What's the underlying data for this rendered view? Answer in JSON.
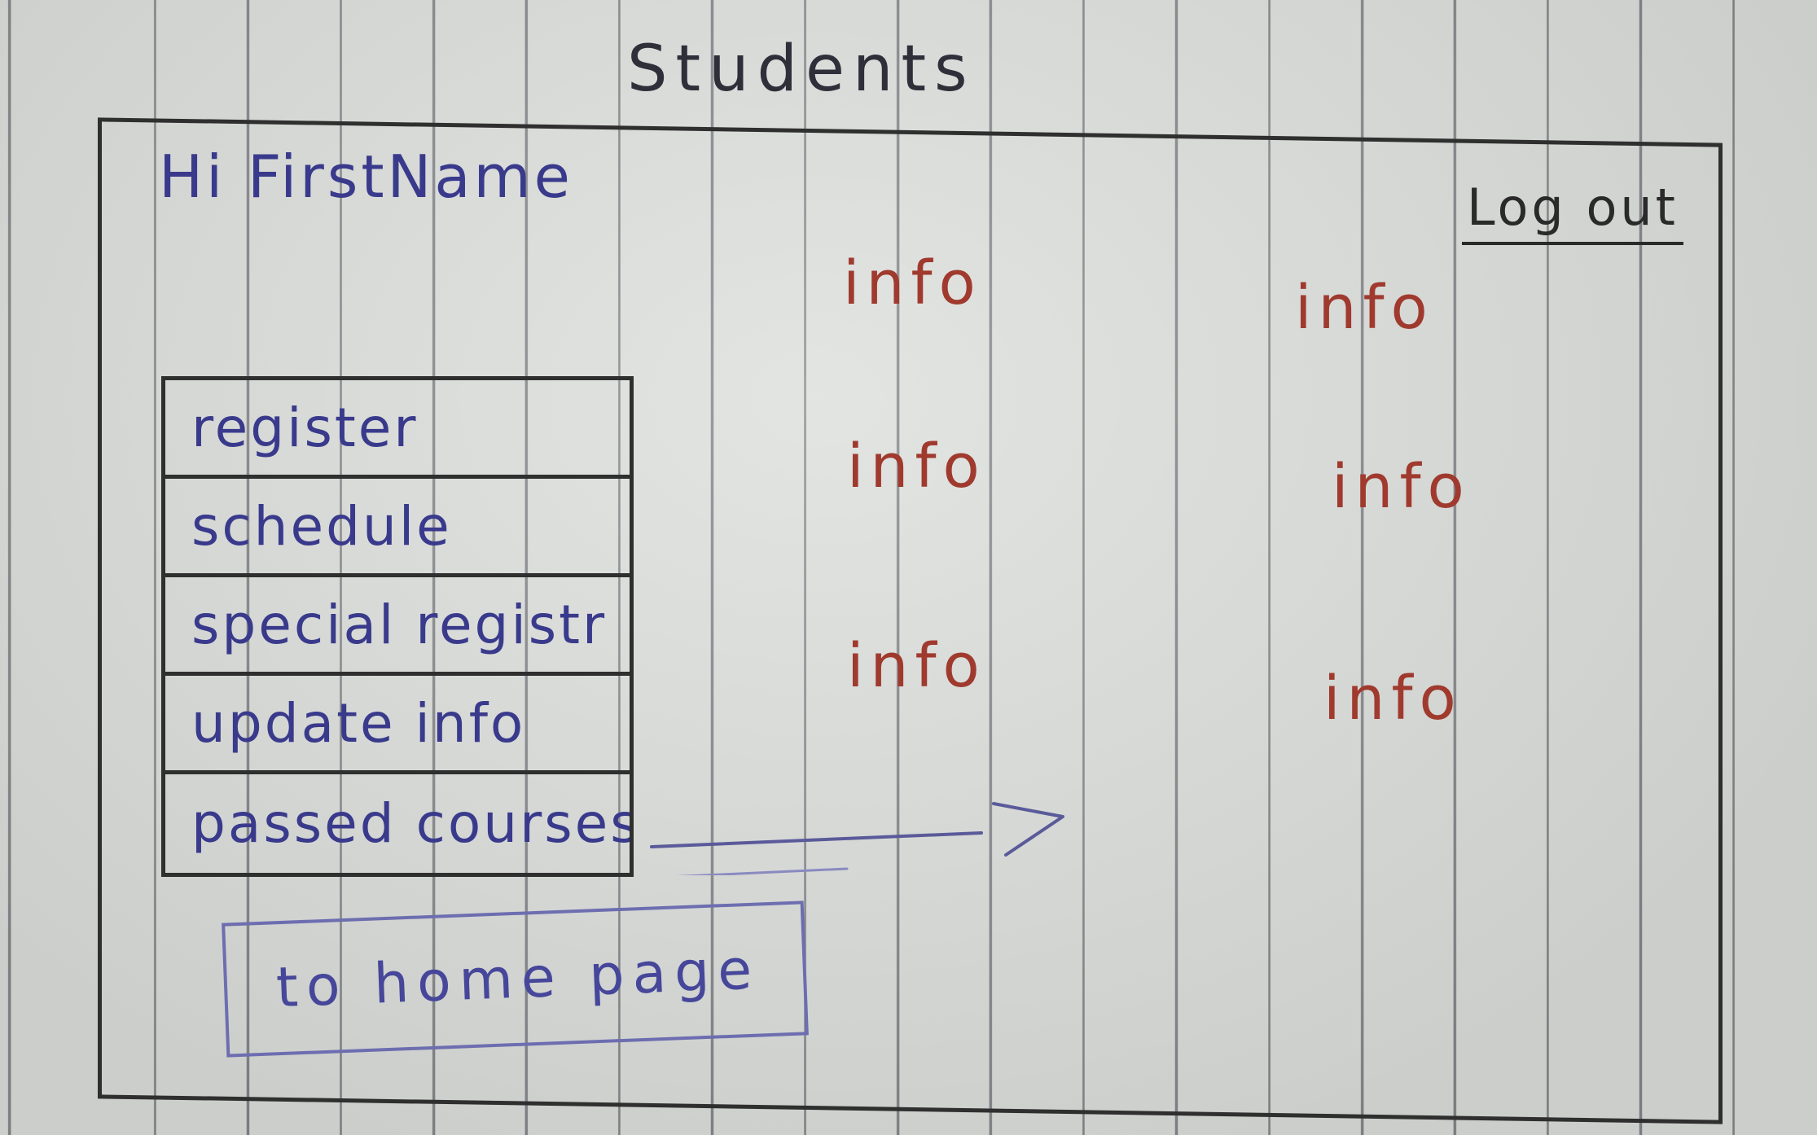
{
  "page": {
    "title": "Students"
  },
  "header": {
    "greeting": "Hi FirstName",
    "logout_label": "Log out"
  },
  "menu": {
    "items": [
      {
        "label": "register"
      },
      {
        "label": "schedule"
      },
      {
        "label": "special registr"
      },
      {
        "label": "update info"
      },
      {
        "label": "passed courses"
      }
    ]
  },
  "home_button": {
    "label": "to home page"
  },
  "info_grid": {
    "cells": [
      "info",
      "info",
      "info",
      "info",
      "info",
      "info"
    ]
  },
  "colors": {
    "ink_blue": "#3a3a8c",
    "ink_red": "#a03a2e",
    "ink_dark": "#2f2f2f"
  },
  "icons": {
    "arrow": "right-arrow-icon"
  }
}
